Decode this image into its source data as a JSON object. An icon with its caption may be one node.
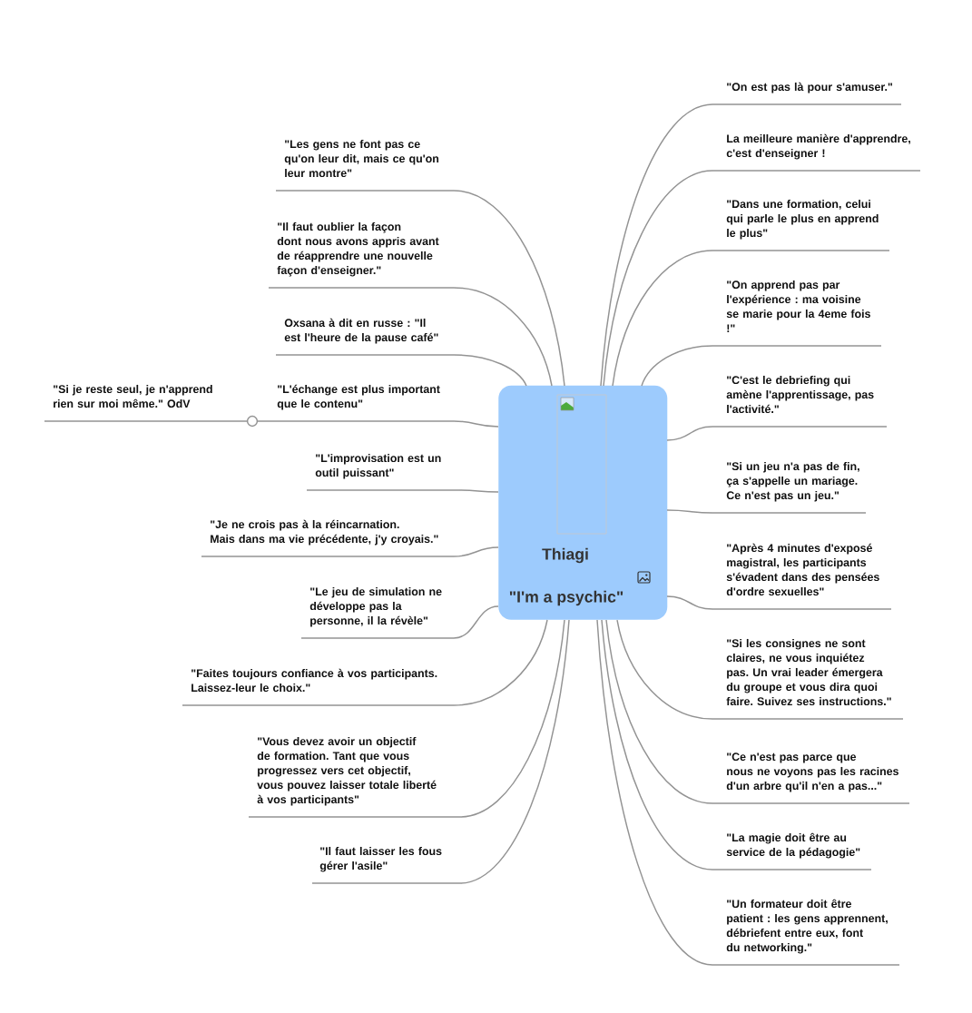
{
  "diagram": {
    "nodes": [
      {
        "text": [
          "Thiagi",
          "\"I'm a psychic\""
        ]
      },
      {
        "text": [
          "\"On est pas là pour s'amuser.\""
        ]
      },
      {
        "text": [
          "La meilleure manière d'apprendre, c'est d'enseigner !"
        ]
      },
      {
        "text": [
          "\"Dans une formation, celui qui parle le plus en apprend le plus\""
        ]
      },
      {
        "text": [
          "\"On apprend pas par l'expérience : ma voisine se marie pour la 4eme fois !\""
        ]
      },
      {
        "text": [
          "\"C'est le debriefing qui amène l'apprentissage, pas l'activité.\""
        ]
      },
      {
        "text": [
          "\"Si un jeu n'a pas de fin, ça s'appelle un mariage. Ce n'est pas un jeu.\""
        ]
      },
      {
        "text": [
          "\"Après 4 minutes d'exposé magistral, les participants s'évadent dans des pensées d'ordre sexuelles\""
        ]
      },
      {
        "text": [
          "\"Si les consignes ne sont claires, ne vous inquiétez pas. Un vrai leader émergera du groupe et vous dira quoi faire. Suivez ses instructions.\""
        ]
      },
      {
        "text": [
          "\"Ce n'est pas parce que nous ne voyons pas les racines d'un arbre qu'il n'en a pas...\""
        ]
      },
      {
        "text": [
          "\"La magie doit être au service de la pédagogie\""
        ]
      },
      {
        "text": [
          "\"Un formateur doit être patient : les gens apprennent, débriefent entre eux, font du networking.\""
        ]
      },
      {
        "text": [
          "\"Les gens ne font pas ce qu'on leur dit, mais ce qu'on leur montre\""
        ]
      },
      {
        "text": [
          "\"Il faut oublier la façon dont nous avons appris avant de réapprendre une nouvelle façon d'enseigner.\""
        ]
      },
      {
        "text": [
          "Oxsana à dit en russe : \"Il est l'heure de la pause café\""
        ]
      },
      {
        "text": [
          "\"L'échange est plus important que le contenu\""
        ]
      },
      {
        "text": [
          "\"Si je reste seul, je n'apprend rien sur moi même.\" OdV"
        ]
      },
      {
        "text": [
          "\"L'improvisation est un outil puissant\""
        ]
      },
      {
        "text": [
          "\"Je ne crois pas à la réincarnation. Mais dans ma vie précédente, j'y croyais.\""
        ]
      },
      {
        "text": [
          "\"Le jeu de simulation ne développe pas la personne, il la révèle\""
        ]
      },
      {
        "text": [
          "\"Faites toujours confiance à vos participants. Laissez-leur le choix.\""
        ]
      },
      {
        "text": [
          "\"Vous devez avoir un objectif de formation. Tant que vous progressez vers cet objectif, vous pouvez laisser totale liberté à vos participants\""
        ]
      },
      {
        "text": [
          "\"Il faut laisser les fous gérer l'asile\""
        ]
      }
    ],
    "edges": [
      {
        "from": 0,
        "to": 1,
        "arrow": "none"
      },
      {
        "from": 0,
        "to": 2,
        "arrow": "none"
      },
      {
        "from": 0,
        "to": 3,
        "arrow": "none"
      },
      {
        "from": 0,
        "to": 4,
        "arrow": "none"
      },
      {
        "from": 0,
        "to": 5,
        "arrow": "none"
      },
      {
        "from": 0,
        "to": 6,
        "arrow": "none"
      },
      {
        "from": 0,
        "to": 7,
        "arrow": "none"
      },
      {
        "from": 0,
        "to": 8,
        "arrow": "none"
      },
      {
        "from": 0,
        "to": 9,
        "arrow": "none"
      },
      {
        "from": 0,
        "to": 10,
        "arrow": "none"
      },
      {
        "from": 0,
        "to": 11,
        "arrow": "none"
      },
      {
        "from": 0,
        "to": 12,
        "arrow": "none"
      },
      {
        "from": 0,
        "to": 13,
        "arrow": "none"
      },
      {
        "from": 0,
        "to": 14,
        "arrow": "none"
      },
      {
        "from": 0,
        "to": 15,
        "arrow": "none"
      },
      {
        "from": 15,
        "to": 16,
        "arrow": "none"
      },
      {
        "from": 0,
        "to": 17,
        "arrow": "none"
      },
      {
        "from": 0,
        "to": 18,
        "arrow": "none"
      },
      {
        "from": 0,
        "to": 19,
        "arrow": "none"
      },
      {
        "from": 0,
        "to": 20,
        "arrow": "none"
      },
      {
        "from": 0,
        "to": 21,
        "arrow": "none"
      },
      {
        "from": 0,
        "to": 22,
        "arrow": "none"
      }
    ]
  }
}
